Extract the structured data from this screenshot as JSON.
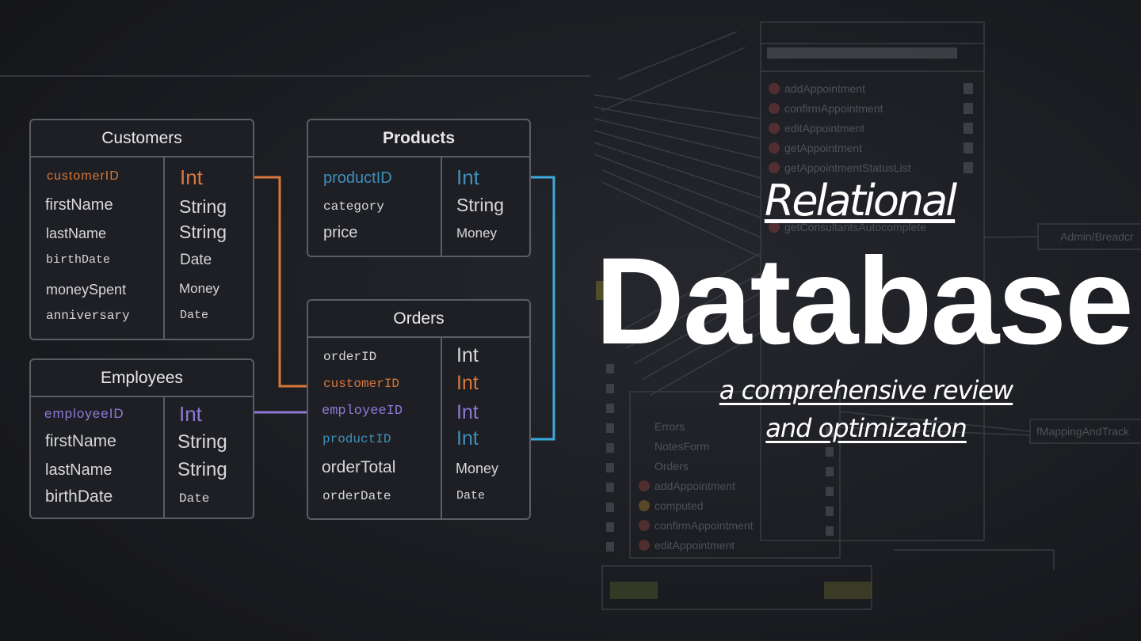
{
  "colors": {
    "orange": "#d9773a",
    "blue": "#3fa9df",
    "purple": "#8f78d4",
    "text": "#d8d8d8",
    "border": "#5b5d63",
    "background": "#1c1d22"
  },
  "background_decoration": {
    "methods_top": [
      "addAppointment",
      "confirmAppointment",
      "editAppointment",
      "getAppointment",
      "getAppointmentStatusList",
      "getConsultantsAutocomplete"
    ],
    "methods_bottom": [
      "Errors",
      "NotesForm",
      "Orders",
      "addAppointment",
      "computed",
      "confirmAppointment",
      "editAppointment"
    ],
    "node_right_1": "Admin/Breadcr",
    "node_right_2": "fMappingAndTrack"
  },
  "tables": {
    "customers": {
      "title": "Customers",
      "fields": [
        "customerID",
        "firstName",
        "lastName",
        "birthDate",
        "moneySpent",
        "anniversary"
      ],
      "types": [
        "Int",
        "String",
        "String",
        "Date",
        "Money",
        "Date"
      ]
    },
    "products": {
      "title": "Products",
      "fields": [
        "productID",
        "category",
        "price"
      ],
      "types": [
        "Int",
        "String",
        "Money"
      ]
    },
    "employees": {
      "title": "Employees",
      "fields": [
        "employeeID",
        "firstName",
        "lastName",
        "birthDate"
      ],
      "types": [
        "Int",
        "String",
        "String",
        "Date"
      ]
    },
    "orders": {
      "title": "Orders",
      "fields": [
        "orderID",
        "customerID",
        "employeeID",
        "productID",
        "orderTotal",
        "orderDate"
      ],
      "types": [
        "Int",
        "Int",
        "Int",
        "Int",
        "Money",
        "Date"
      ]
    }
  },
  "headline": {
    "line1": "Relational",
    "line2": "Database",
    "line3": "a comprehensive review",
    "line4": "and optimization"
  }
}
